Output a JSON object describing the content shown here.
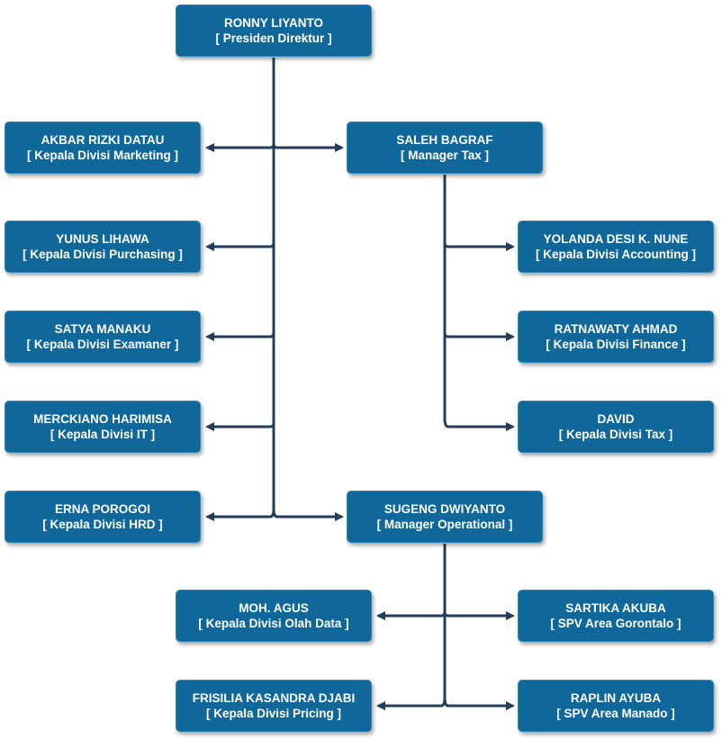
{
  "nodes": {
    "ronny": {
      "name": "RONNY LIYANTO",
      "role": "Presiden Direktur"
    },
    "akbar": {
      "name": "AKBAR RIZKI DATAU",
      "role": "Kepala Divisi Marketing"
    },
    "saleh": {
      "name": "SALEH BAGRAF",
      "role": "Manager Tax"
    },
    "yunus": {
      "name": "YUNUS LIHAWA",
      "role": "Kepala Divisi Purchasing"
    },
    "yolanda": {
      "name": "YOLANDA DESI K. NUNE",
      "role": "Kepala Divisi Accounting"
    },
    "satya": {
      "name": "SATYA MANAKU",
      "role": "Kepala Divisi Examaner"
    },
    "ratnawaty": {
      "name": "RATNAWATY AHMAD",
      "role": "Kepala Divisi Finance"
    },
    "merckiano": {
      "name": "MERCKIANO HARIMISA",
      "role": "Kepala Divisi IT"
    },
    "david": {
      "name": "DAVID",
      "role": "Kepala Divisi Tax"
    },
    "erna": {
      "name": "ERNA POROGOI",
      "role": "Kepala Divisi HRD"
    },
    "sugeng": {
      "name": "SUGENG DWIYANTO",
      "role": "Manager Operational"
    },
    "moh": {
      "name": "MOH. AGUS",
      "role": "Kepala Divisi Olah Data"
    },
    "sartika": {
      "name": "SARTIKA AKUBA",
      "role": "SPV Area Gorontalo"
    },
    "frisilia": {
      "name": "FRISILIA KASANDRA DJABI",
      "role": "Kepala Divisi Pricing"
    },
    "raplin": {
      "name": "RAPLIN AYUBA",
      "role": "SPV Area Manado"
    }
  },
  "colors": {
    "box": "#10679a",
    "line": "#243d5a"
  }
}
